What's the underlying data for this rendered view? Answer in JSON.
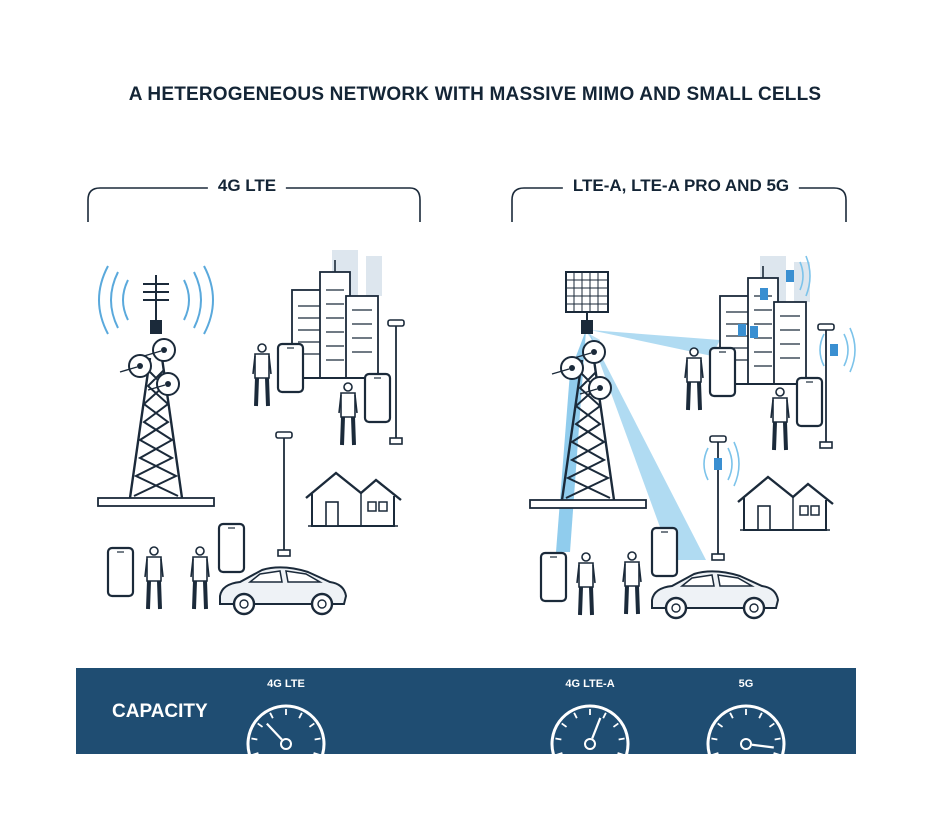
{
  "title": "A HETEROGENEOUS NETWORK WITH MASSIVE MIMO AND SMALL CELLS",
  "sections": {
    "left": {
      "label": "4G LTE"
    },
    "right": {
      "label": "LTE-A, LTE-A PRO AND 5G"
    }
  },
  "capacity": {
    "label": "CAPACITY",
    "gauges": [
      {
        "label": "4G LTE",
        "level": 0.3
      },
      {
        "label": "4G LTE-A",
        "level": 0.6
      },
      {
        "label": "5G",
        "level": 0.95
      }
    ]
  },
  "colors": {
    "ink": "#1b2a3a",
    "capacity_bar": "#1f4d72",
    "beam": "#7cc3ea",
    "small_cell": "#3a8fd1",
    "building_shadow": "#dde6ee"
  },
  "icons": [
    "cell-tower-icon",
    "massive-mimo-antenna-icon",
    "building-icon",
    "house-icon",
    "car-icon",
    "smartphone-icon",
    "person-icon",
    "street-light-icon",
    "small-cell-icon",
    "speedometer-icon"
  ]
}
